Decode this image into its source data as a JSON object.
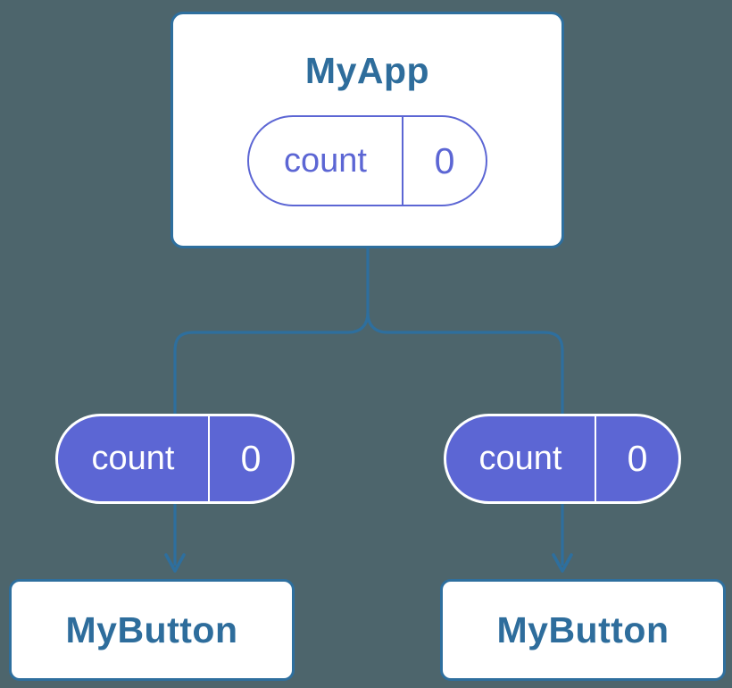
{
  "colors": {
    "background": "#4d656c",
    "connector_blue": "#2e6f9e",
    "component_text_blue": "#2e6d9c",
    "state_purple": "#5c66d4",
    "card_white": "#ffffff"
  },
  "diagram": {
    "root_component": {
      "name": "MyApp",
      "state_pill": {
        "label": "count",
        "value": "0"
      }
    },
    "left_branch": {
      "prop_pill": {
        "label": "count",
        "value": "0"
      },
      "component": {
        "name": "MyButton"
      }
    },
    "right_branch": {
      "prop_pill": {
        "label": "count",
        "value": "0"
      },
      "component": {
        "name": "MyButton"
      }
    }
  }
}
